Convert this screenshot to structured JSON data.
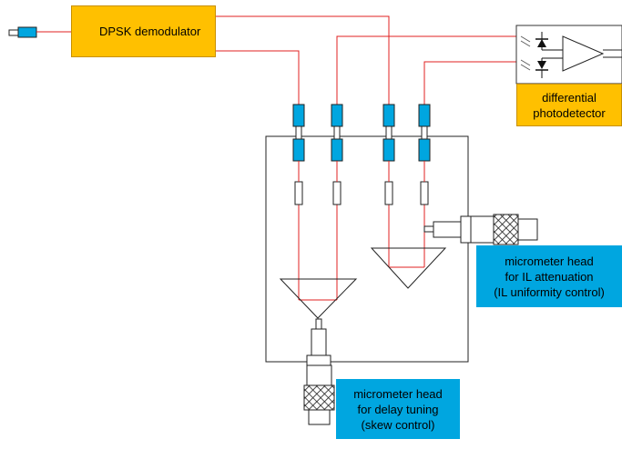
{
  "labels": {
    "demodulator": "DPSK demodulator",
    "photodetector": [
      "differential",
      "photodetector"
    ],
    "micrometer_attenuation": [
      "micrometer head",
      "for IL attenuation",
      "(IL uniformity control)"
    ],
    "micrometer_delay": [
      "micrometer head",
      "for delay tuning",
      "(skew control)"
    ]
  },
  "colors": {
    "fiber": "#E02020",
    "connector": "#00A6E0",
    "module": "#FFC000",
    "callout": "#00A6E0",
    "outline": "#1a1a1a"
  }
}
